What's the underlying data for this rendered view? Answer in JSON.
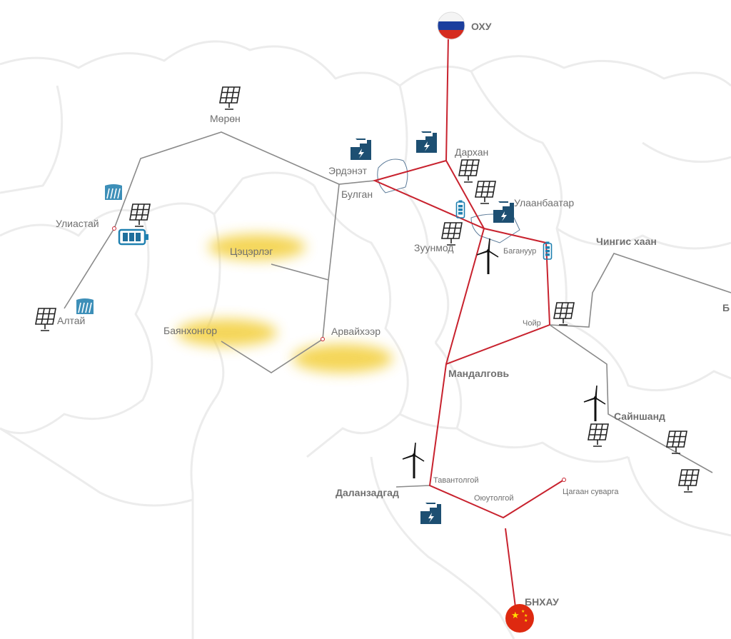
{
  "title": "Mongolia energy grid map",
  "colors": {
    "grid_line": "#c8222e",
    "regional_line": "#8a8a8a",
    "icon": "#1f5f86",
    "highlight": "#f3cf3a"
  },
  "countries": {
    "russia": "ОХУ",
    "china": "БНХАУ"
  },
  "cities": {
    "moron": "Мөрөн",
    "uliastai": "Улиастай",
    "altai": "Алтай",
    "erdenet": "Эрдэнэт",
    "bulgan": "Булган",
    "darkhan": "Дархан",
    "ulaanbaatar": "Улаанбаатар",
    "zuunmod": "Зуунмод",
    "baganuur": "Багануур",
    "chinggis_khaan": "Чингис хаан",
    "tsetserleg": "Цэцэрлэг",
    "bayankhongor": "Баянхонгор",
    "arvaikheer": "Арвайхээр",
    "choir": "Чойр",
    "mandalgovi": "Мандалговь",
    "sainshand": "Сайншанд",
    "tavantolgoi": "Тавантолгой",
    "dalanzadgad": "Даланзадгад",
    "oyutolgoi": "Оюутолгой",
    "tsagaan_suvarga": "Цагаан суварга",
    "edge_partial": "Б"
  },
  "icons": [
    "solar-panel-icon",
    "battery-icon",
    "hydro-dam-icon",
    "power-plant-icon",
    "wind-turbine-icon",
    "russia-flag-icon",
    "china-flag-icon"
  ]
}
